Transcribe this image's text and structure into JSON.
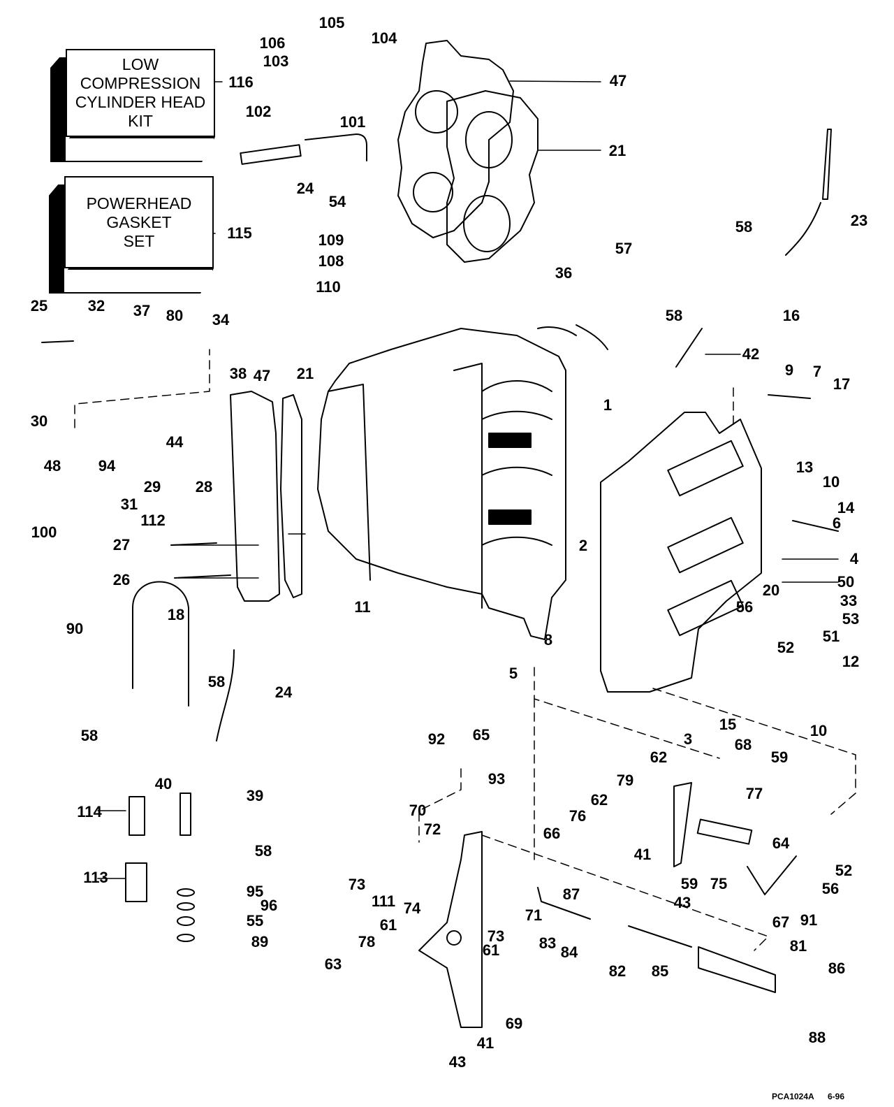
{
  "diagram": {
    "title": "Powerhead exploded parts diagram",
    "kits": [
      {
        "id": "116",
        "lines": [
          "LOW",
          "COMPRESSION",
          "CYLINDER HEAD",
          "KIT"
        ]
      },
      {
        "id": "115",
        "lines": [
          "POWERHEAD",
          "GASKET",
          "SET"
        ]
      }
    ],
    "callouts": [
      {
        "n": "106"
      },
      {
        "n": "105"
      },
      {
        "n": "104"
      },
      {
        "n": "103"
      },
      {
        "n": "116"
      },
      {
        "n": "102"
      },
      {
        "n": "101"
      },
      {
        "n": "24"
      },
      {
        "n": "54"
      },
      {
        "n": "115"
      },
      {
        "n": "109"
      },
      {
        "n": "108"
      },
      {
        "n": "110"
      },
      {
        "n": "47"
      },
      {
        "n": "21"
      },
      {
        "n": "23"
      },
      {
        "n": "58"
      },
      {
        "n": "57"
      },
      {
        "n": "36"
      },
      {
        "n": "16"
      },
      {
        "n": "58"
      },
      {
        "n": "42"
      },
      {
        "n": "25"
      },
      {
        "n": "32"
      },
      {
        "n": "37"
      },
      {
        "n": "80"
      },
      {
        "n": "34"
      },
      {
        "n": "38"
      },
      {
        "n": "47"
      },
      {
        "n": "21"
      },
      {
        "n": "30"
      },
      {
        "n": "48"
      },
      {
        "n": "94"
      },
      {
        "n": "44"
      },
      {
        "n": "31"
      },
      {
        "n": "29"
      },
      {
        "n": "28"
      },
      {
        "n": "100"
      },
      {
        "n": "112"
      },
      {
        "n": "27"
      },
      {
        "n": "26"
      },
      {
        "n": "11"
      },
      {
        "n": "1"
      },
      {
        "n": "2"
      },
      {
        "n": "9"
      },
      {
        "n": "7"
      },
      {
        "n": "17"
      },
      {
        "n": "10"
      },
      {
        "n": "13"
      },
      {
        "n": "14"
      },
      {
        "n": "6"
      },
      {
        "n": "4"
      },
      {
        "n": "50"
      },
      {
        "n": "20"
      },
      {
        "n": "33"
      },
      {
        "n": "56"
      },
      {
        "n": "53"
      },
      {
        "n": "51"
      },
      {
        "n": "52"
      },
      {
        "n": "12"
      },
      {
        "n": "8"
      },
      {
        "n": "5"
      },
      {
        "n": "15"
      },
      {
        "n": "10"
      },
      {
        "n": "3"
      },
      {
        "n": "18"
      },
      {
        "n": "90"
      },
      {
        "n": "58"
      },
      {
        "n": "24"
      },
      {
        "n": "58"
      },
      {
        "n": "40"
      },
      {
        "n": "39"
      },
      {
        "n": "114"
      },
      {
        "n": "58"
      },
      {
        "n": "113"
      },
      {
        "n": "95"
      },
      {
        "n": "96"
      },
      {
        "n": "55"
      },
      {
        "n": "89"
      },
      {
        "n": "92"
      },
      {
        "n": "65"
      },
      {
        "n": "93"
      },
      {
        "n": "70"
      },
      {
        "n": "72"
      },
      {
        "n": "73"
      },
      {
        "n": "111"
      },
      {
        "n": "74"
      },
      {
        "n": "71"
      },
      {
        "n": "73"
      },
      {
        "n": "61"
      },
      {
        "n": "61"
      },
      {
        "n": "78"
      },
      {
        "n": "63"
      },
      {
        "n": "69"
      },
      {
        "n": "41"
      },
      {
        "n": "43"
      },
      {
        "n": "62"
      },
      {
        "n": "68"
      },
      {
        "n": "59"
      },
      {
        "n": "79"
      },
      {
        "n": "62"
      },
      {
        "n": "77"
      },
      {
        "n": "76"
      },
      {
        "n": "66"
      },
      {
        "n": "64"
      },
      {
        "n": "41"
      },
      {
        "n": "59"
      },
      {
        "n": "75"
      },
      {
        "n": "52"
      },
      {
        "n": "56"
      },
      {
        "n": "43"
      },
      {
        "n": "67"
      },
      {
        "n": "91"
      },
      {
        "n": "87"
      },
      {
        "n": "83"
      },
      {
        "n": "84"
      },
      {
        "n": "82"
      },
      {
        "n": "85"
      },
      {
        "n": "81"
      },
      {
        "n": "86"
      },
      {
        "n": "88"
      }
    ],
    "footer": {
      "code": "PCA1024A",
      "date": "6-96"
    }
  }
}
